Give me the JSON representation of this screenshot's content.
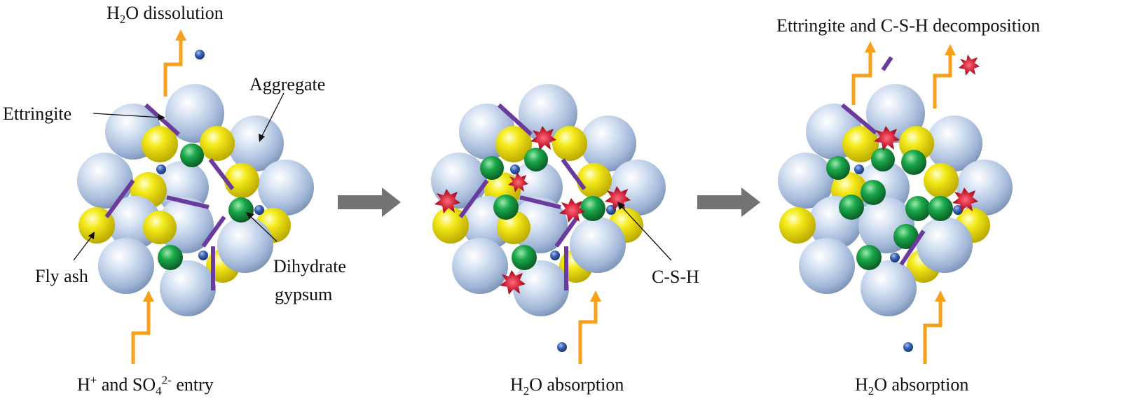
{
  "labels": {
    "h2o_dissolution_pre": "H",
    "h2o_dissolution_sub": "2",
    "h2o_dissolution_post": "O dissolution",
    "ettringite": "Ettringite",
    "aggregate": "Aggregate",
    "fly_ash": "Fly ash",
    "dihydrate": "Dihydrate",
    "gypsum": "gypsum",
    "entry_pre": "H",
    "entry_sup1": "+",
    "entry_mid": " and SO",
    "entry_sub": "4",
    "entry_sup2": "2-",
    "entry_post": " entry",
    "csh": "C-S-H",
    "absorption_pre": "H",
    "absorption_sub": "2",
    "absorption_post": "O absorption",
    "decomposition": "Ettringite and C-S-H decomposition"
  },
  "colors": {
    "aggregate": "#b4c8e6",
    "fly_ash": "#f2e600",
    "gypsum": "#129a3c",
    "water": "#2f56a8",
    "ettringite": "#6a3b9c",
    "csh": "#c01d30",
    "flow_arrow": "#f7a11a",
    "process_arrow": "#737373"
  }
}
